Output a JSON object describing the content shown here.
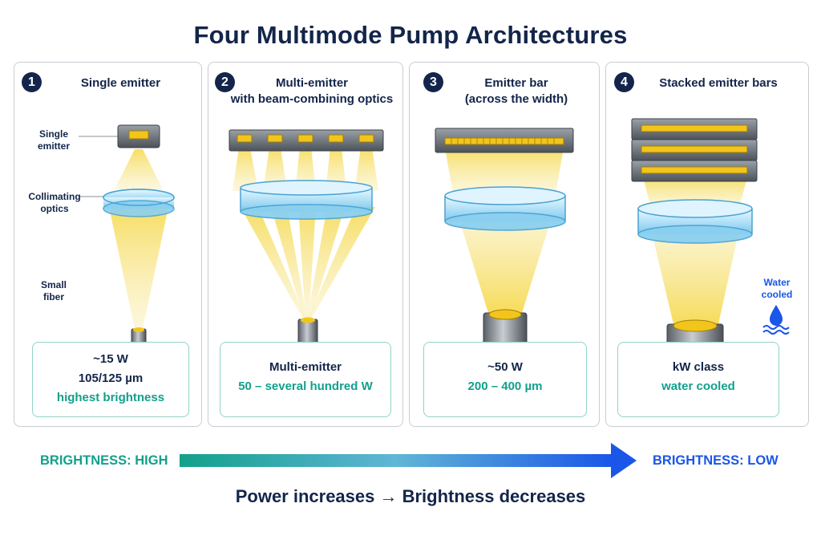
{
  "title": "Four Multimode Pump Architectures",
  "panels": [
    {
      "number": "1",
      "title_line1": "Single emitter",
      "title_line2": "",
      "spec": [
        "~15 W",
        "105/125 µm",
        "highest brightness"
      ],
      "labels": {
        "emitter": [
          "Single",
          "emitter"
        ],
        "optics": [
          "Collimating",
          "optics"
        ],
        "fiber": [
          "Small",
          "fiber"
        ]
      }
    },
    {
      "number": "2",
      "title_line1": "Multi-emitter",
      "title_line2": "with beam-combining optics",
      "spec": [
        "Multi-emitter",
        "50 – several hundred W"
      ]
    },
    {
      "number": "3",
      "title_line1": "Emitter bar",
      "title_line2": "(across the width)",
      "spec": [
        "~50 W",
        "200 – 400 µm"
      ]
    },
    {
      "number": "4",
      "title_line1": "Stacked emitter bars",
      "title_line2": "",
      "spec": [
        "kW class",
        "water cooled"
      ],
      "water_label": [
        "Water",
        "cooled"
      ]
    }
  ],
  "brightness": {
    "high": "BRIGHTNESS: HIGH",
    "low": "BRIGHTNESS: LOW"
  },
  "bottom_text": "Power increases → Brightness decreases",
  "colors": {
    "navy": "#13254a",
    "teal": "#12a08b",
    "blue": "#1a56e8",
    "gold": "#f0c419"
  }
}
